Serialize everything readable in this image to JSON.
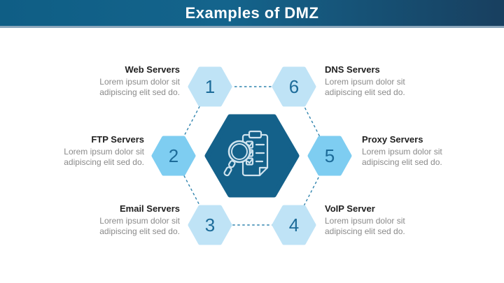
{
  "header": {
    "title": "Examples of DMZ",
    "gradient": [
      "#0f5e85",
      "#14648c",
      "#183f5f"
    ],
    "underline_color": "#8ba6bb",
    "title_color": "#ffffff"
  },
  "center": {
    "icon": "magnifier-checklist-icon",
    "hex_fill": "#14618a",
    "icon_stroke": "#cfe3ee"
  },
  "colors": {
    "hex_light": "#bfe3f6",
    "hex_medium": "#7ecdf1",
    "number_text": "#1c6b99",
    "connector_dash": "#2f83ad",
    "label_title": "#1f1f1f",
    "label_body": "#8a8a8a",
    "background": "#ffffff"
  },
  "nodes": [
    {
      "number": "1",
      "title": "Web Servers",
      "line1": "Lorem ipsum dolor sit",
      "line2": "adipiscing elit sed do.",
      "side": "left",
      "variant": "light"
    },
    {
      "number": "2",
      "title": "FTP Servers",
      "line1": "Lorem ipsum dolor sit",
      "line2": "adipiscing elit sed do.",
      "side": "left",
      "variant": "medium"
    },
    {
      "number": "3",
      "title": "Email Servers",
      "line1": "Lorem ipsum dolor sit",
      "line2": "adipiscing elit sed do.",
      "side": "left",
      "variant": "light"
    },
    {
      "number": "4",
      "title": "VoIP Server",
      "line1": "Lorem ipsum dolor sit",
      "line2": "adipiscing elit sed do.",
      "side": "right",
      "variant": "light"
    },
    {
      "number": "5",
      "title": "Proxy Servers",
      "line1": "Lorem ipsum dolor sit",
      "line2": "adipiscing elit sed do.",
      "side": "right",
      "variant": "medium"
    },
    {
      "number": "6",
      "title": "DNS Servers",
      "line1": "Lorem ipsum dolor sit",
      "line2": "adipiscing elit sed do.",
      "side": "right",
      "variant": "light"
    }
  ]
}
